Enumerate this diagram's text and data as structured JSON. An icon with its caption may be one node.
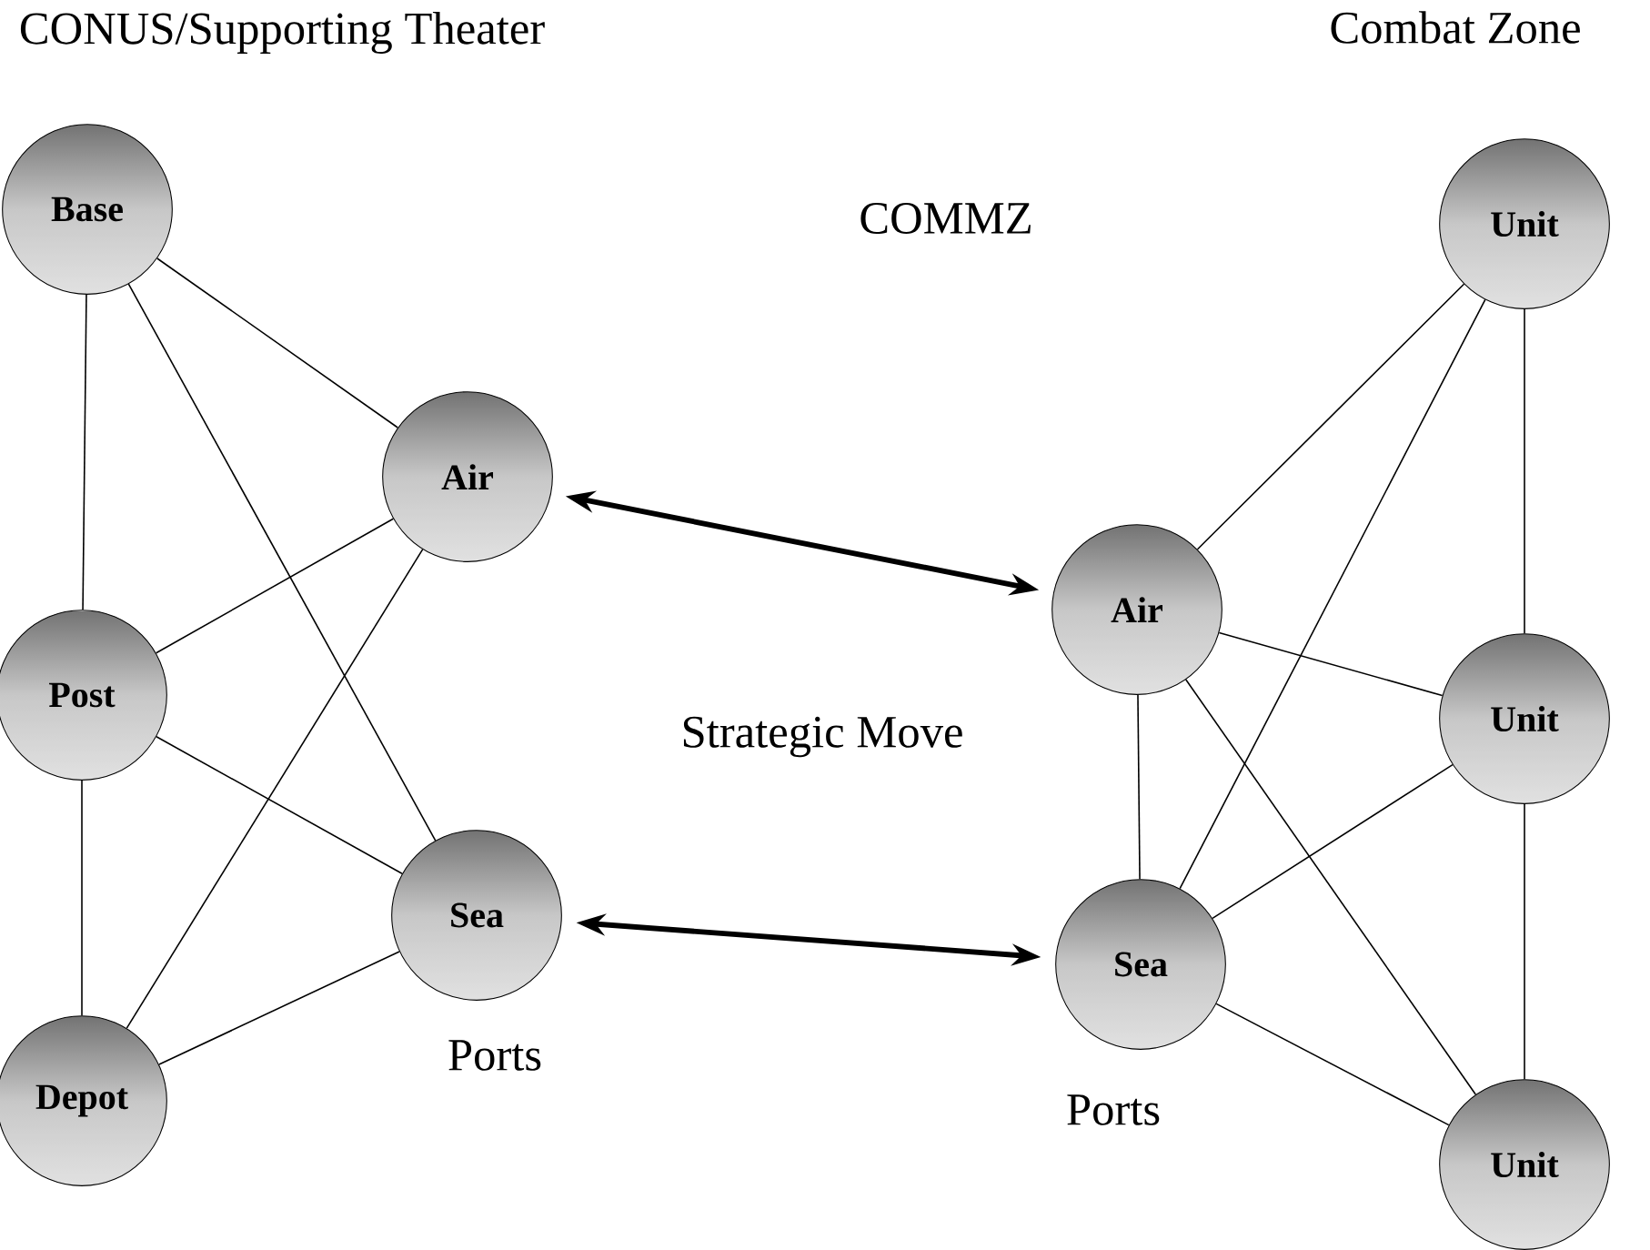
{
  "diagram": {
    "nodes": [
      {
        "text": [
          "Base"
        ]
      },
      {
        "text": [
          "Air"
        ]
      },
      {
        "text": [
          "Post"
        ]
      },
      {
        "text": [
          "Sea"
        ]
      },
      {
        "text": [
          "Depot"
        ]
      },
      {
        "text": [
          "Unit"
        ]
      },
      {
        "text": [
          "Air"
        ]
      },
      {
        "text": [
          "Unit"
        ]
      },
      {
        "text": [
          "Sea"
        ]
      },
      {
        "text": [
          "Unit"
        ]
      }
    ],
    "edges": [
      {
        "from": 0,
        "to": 1,
        "arrow": "none"
      },
      {
        "from": 0,
        "to": 2,
        "arrow": "none"
      },
      {
        "from": 0,
        "to": 3,
        "arrow": "none"
      },
      {
        "from": 2,
        "to": 1,
        "arrow": "none"
      },
      {
        "from": 2,
        "to": 3,
        "arrow": "none"
      },
      {
        "from": 2,
        "to": 4,
        "arrow": "none"
      },
      {
        "from": 4,
        "to": 1,
        "arrow": "none"
      },
      {
        "from": 4,
        "to": 3,
        "arrow": "none"
      },
      {
        "from": 1,
        "to": 6,
        "arrow": "both",
        "style": "thick"
      },
      {
        "from": 3,
        "to": 8,
        "arrow": "both",
        "style": "thick"
      },
      {
        "from": 6,
        "to": 5,
        "arrow": "none"
      },
      {
        "from": 6,
        "to": 8,
        "arrow": "none"
      },
      {
        "from": 6,
        "to": 7,
        "arrow": "none"
      },
      {
        "from": 6,
        "to": 9,
        "arrow": "none"
      },
      {
        "from": 8,
        "to": 5,
        "arrow": "none"
      },
      {
        "from": 8,
        "to": 7,
        "arrow": "none"
      },
      {
        "from": 8,
        "to": 9,
        "arrow": "none"
      },
      {
        "from": 5,
        "to": 7,
        "arrow": "none"
      },
      {
        "from": 7,
        "to": 9,
        "arrow": "none"
      }
    ],
    "labels": [
      "CONUS/Supporting Theater",
      "Combat Zone",
      "COMMZ",
      "Strategic Move",
      "Ports",
      "Ports"
    ]
  }
}
